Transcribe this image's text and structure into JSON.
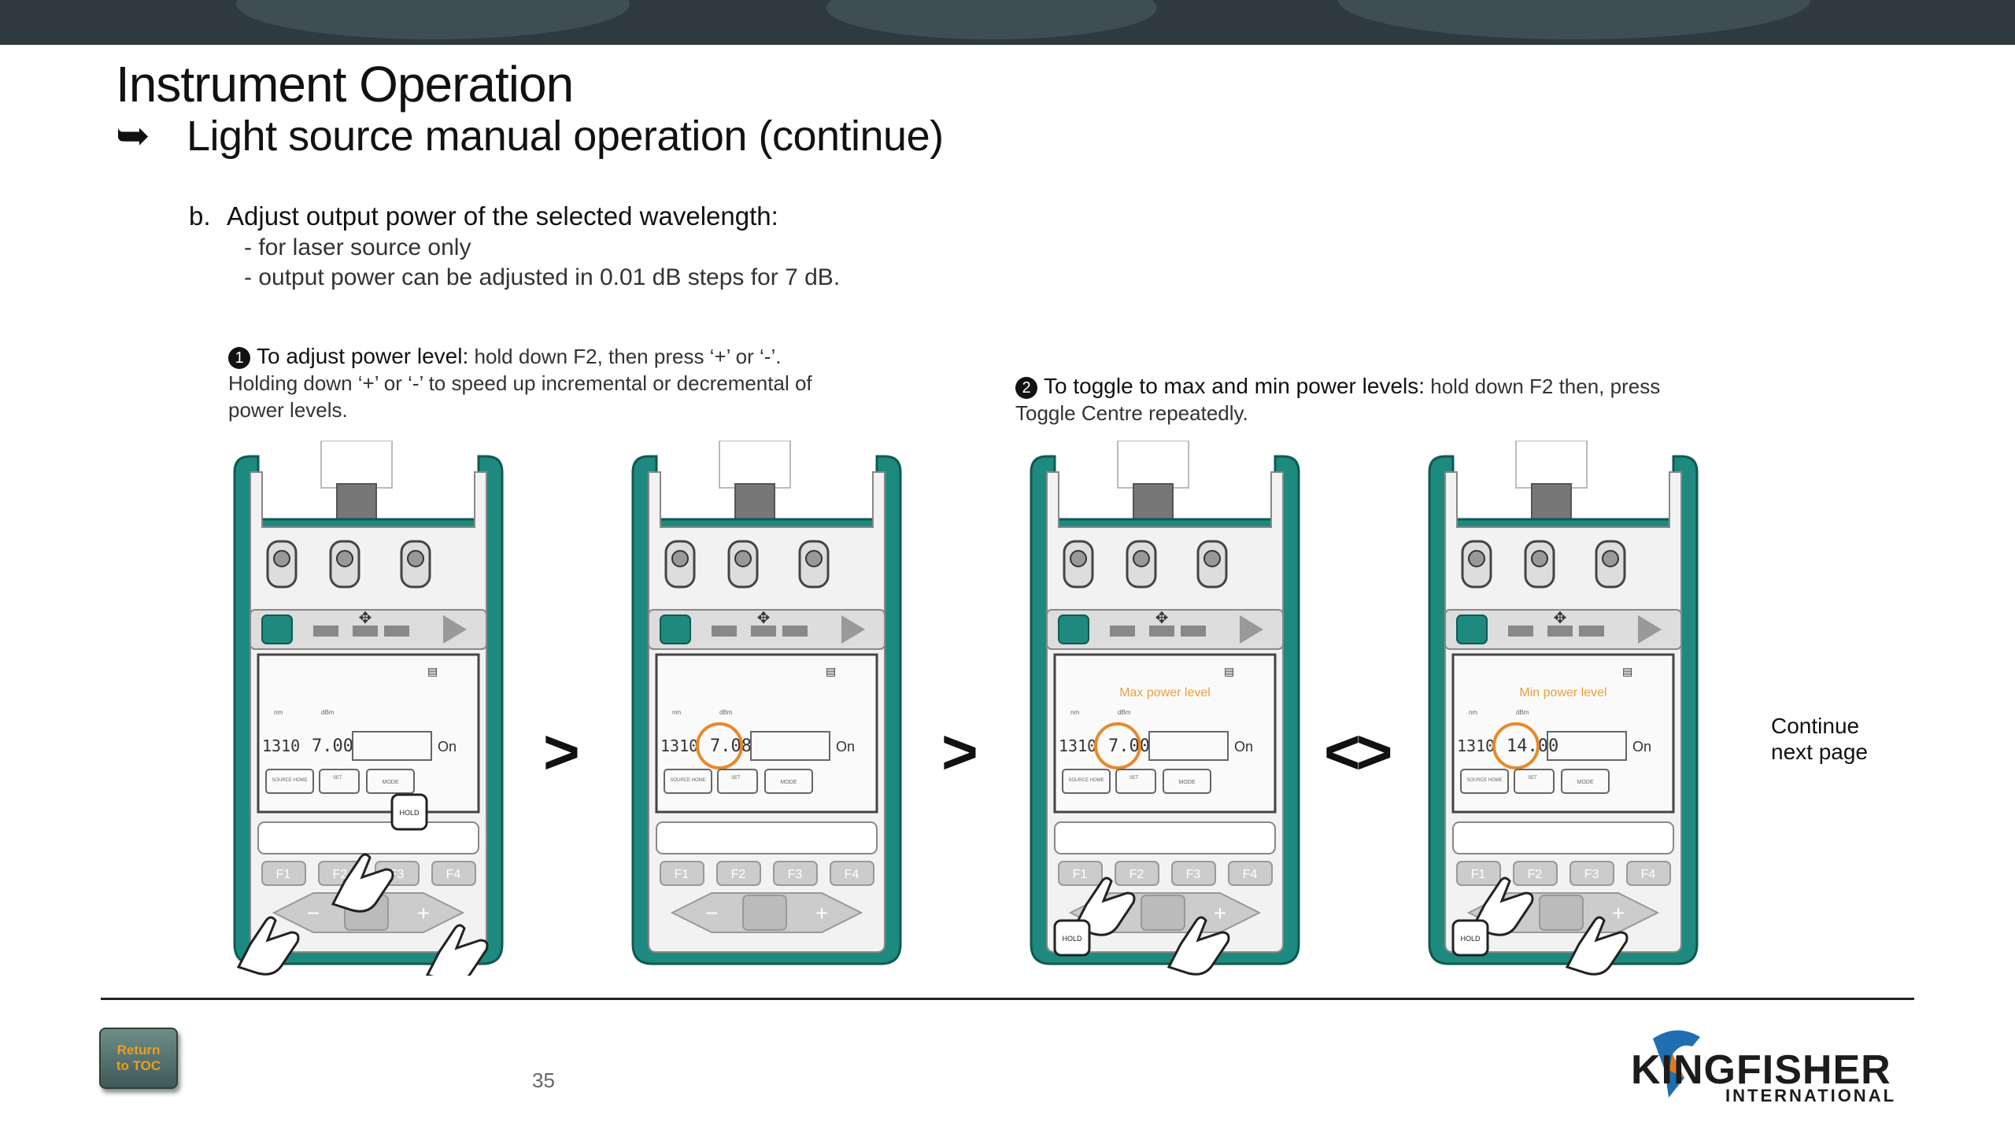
{
  "header": {
    "title": "Instrument Operation",
    "subtitle_arrow": "➥",
    "subtitle": "Light source manual operation (continue)"
  },
  "section_b": {
    "letter": "b.",
    "heading": "Adjust output power of the selected wavelength:",
    "bullets": [
      "- for laser source only",
      "- output power can be adjusted in 0.01 dB steps for 7 dB."
    ]
  },
  "instruction_1": {
    "number": "1",
    "bold": "To adjust power level:",
    "text": " hold down F2, then press  ‘+’ or ‘-’.",
    "line2": "Holding down  ‘+’ or ‘-’ to speed up incremental or decremental of",
    "line3": "power levels."
  },
  "instruction_2": {
    "number": "2",
    "bold": "To toggle to max and min power levels:",
    "text": " hold down F2 then, press",
    "line2": "Toggle Centre repeatedly."
  },
  "devices": [
    {
      "display_value": "7.00",
      "label": "",
      "hold": "HOLD",
      "show_hold_top": true
    },
    {
      "display_value": "7.08",
      "label": "",
      "hold": "",
      "show_hold_top": false
    },
    {
      "display_value": "7.00",
      "label": "Max power level",
      "hold": "HOLD",
      "show_hold_top": false
    },
    {
      "display_value": "14.00",
      "label": "Min power level",
      "hold": "HOLD",
      "show_hold_top": false
    }
  ],
  "device_common": {
    "wavelength": "1310",
    "unit": "dBm",
    "on_label": "On",
    "source_home": "SOURCE HOME",
    "set": "SET",
    "mode": "MODE",
    "f1": "F1",
    "f2": "F2",
    "f3": "F3",
    "f4": "F4",
    "minus": "−",
    "plus": "+"
  },
  "separators": [
    ">",
    ">",
    "<>"
  ],
  "continue_label": {
    "line1": "Continue",
    "line2": "next page"
  },
  "footer": {
    "toc_line1": "Return",
    "toc_line2": "to TOC",
    "page_number": "35",
    "logo_main": "KINGFISHER",
    "logo_sub": "INTERNATIONAL"
  },
  "colors": {
    "teal": "#1e8a7f",
    "orange_circle": "#e8882a",
    "label_orange": "#e8a040",
    "topbar": "#2e3a40"
  }
}
